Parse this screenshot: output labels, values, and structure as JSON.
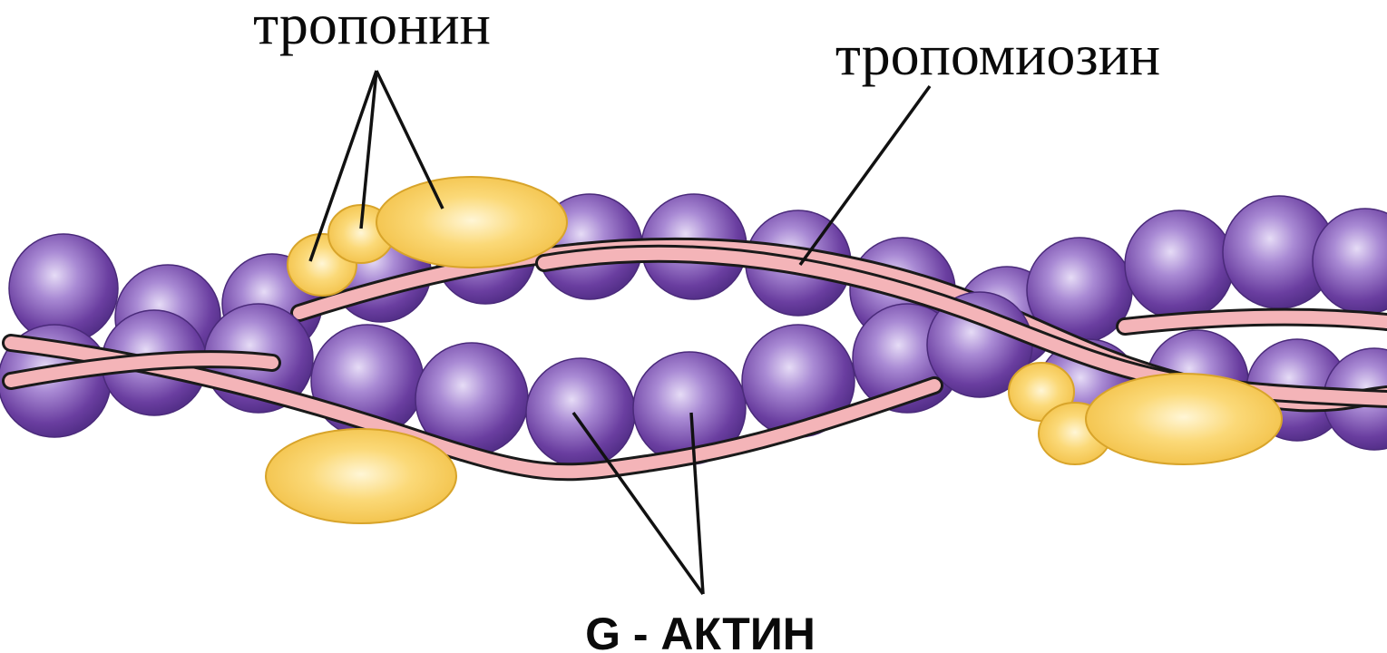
{
  "labels": {
    "troponin": "тропонин",
    "tropomyosin": "тропомиозин",
    "g_actin": "G - АКТИН"
  },
  "colors": {
    "actin": "#6a3ea0",
    "actin_highlight": "#d4c4ee",
    "actin_outline": "#4a2a7a",
    "troponin": "#f4c24a",
    "troponin_highlight": "#fff3cc",
    "troponin_outline": "#d8a42a",
    "tropomyosin": "#f4b4b8",
    "tropomyosin_edge": "#1a1a1a",
    "leader_line": "#111111"
  },
  "icons": {
    "actin_monomer": "purple-sphere",
    "troponin_complex": "yellow-ellipse",
    "tropomyosin_strand": "pink-ribbon"
  }
}
